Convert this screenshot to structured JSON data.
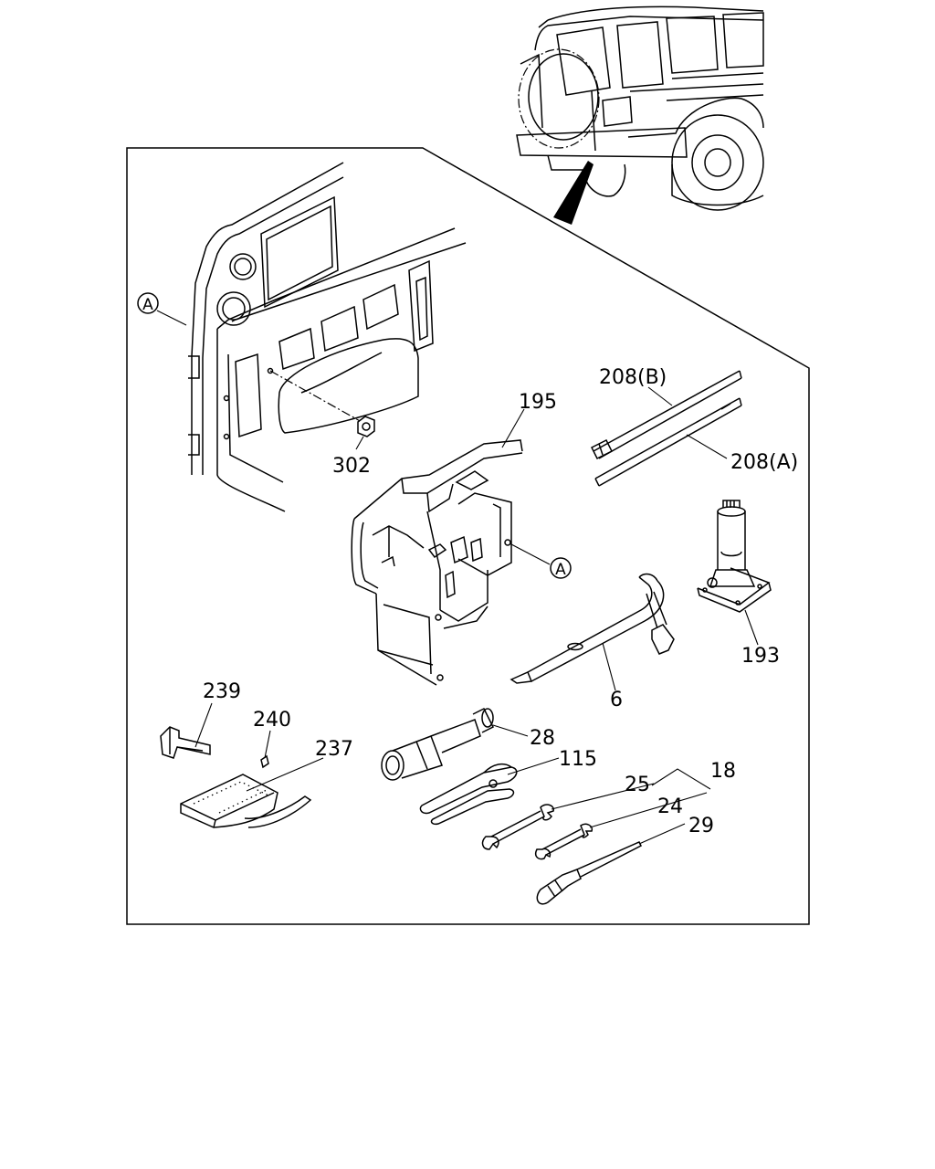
{
  "callouts": {
    "ref_a_door": "A",
    "ref_a_holder": "A",
    "p302": "302",
    "p195": "195",
    "p208b": "208(B)",
    "p208a": "208(A)",
    "p193": "193",
    "p6": "6",
    "p239": "239",
    "p240": "240",
    "p237": "237",
    "p28": "28",
    "p115": "115",
    "p18": "18",
    "p25": "25",
    "p24": "24",
    "p29": "29"
  }
}
